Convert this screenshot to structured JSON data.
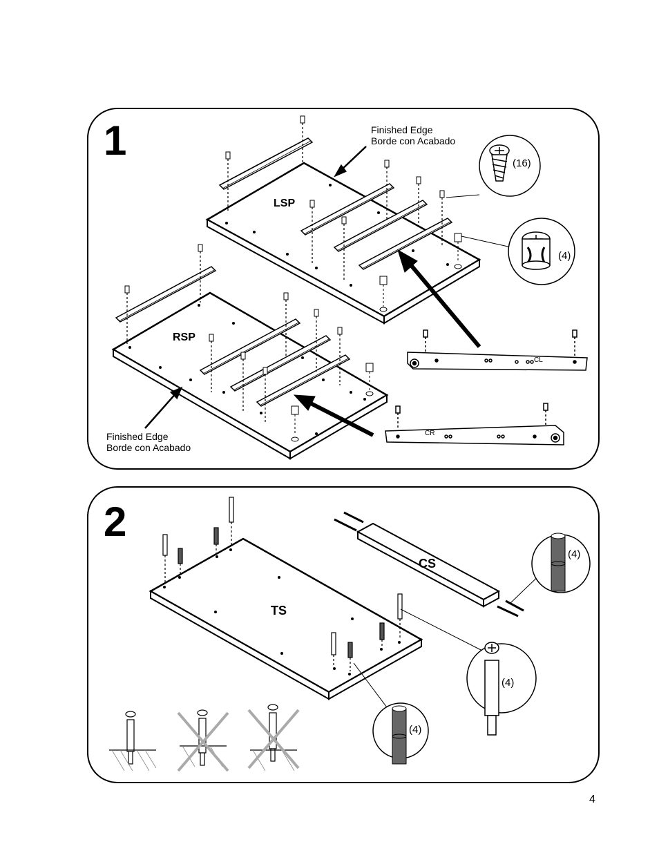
{
  "page_number": "4",
  "step1": {
    "number": "1",
    "finished_edge_top": {
      "line1": "Finished Edge",
      "line2": "Borde con Acabado"
    },
    "finished_edge_bottom": {
      "line1": "Finished Edge",
      "line2": "Borde con Acabado"
    },
    "panel_left": "LSP",
    "panel_right": "RSP",
    "screw_qty": "(16)",
    "cam_qty": "(4)",
    "rail_left_tag": "CL",
    "rail_right_tag": "CR"
  },
  "step2": {
    "number": "2",
    "top_shelf": "TS",
    "cross_support": "CS",
    "dowel_qty_right": "(4)",
    "cam_post_qty": "(4)",
    "dowel_qty_bottom": "(4)"
  },
  "icons": [
    "screw-icon",
    "cam-lock-icon",
    "cam-post-icon",
    "wood-dowel-icon",
    "drawer-rail-icon",
    "cross-mark-icon"
  ]
}
